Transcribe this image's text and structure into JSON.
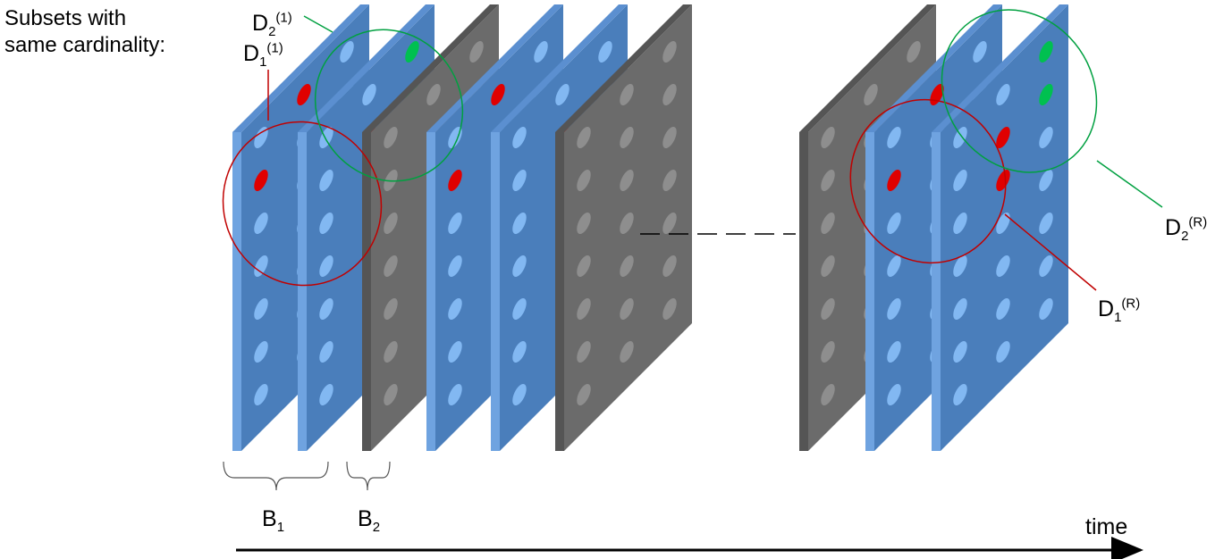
{
  "heading": {
    "line1": "Subsets with",
    "line2": "same cardinality:"
  },
  "frames": [
    {
      "kind": "signal",
      "highlight": [
        [
          0,
          1
        ],
        [
          1,
          0
        ]
      ]
    },
    {
      "kind": "signal",
      "highlight": [
        [
          1,
          1
        ],
        [
          2,
          1
        ]
      ]
    },
    {
      "kind": "noise",
      "highlight": []
    },
    {
      "kind": "signal",
      "highlight": [
        [
          0,
          1
        ],
        [
          1,
          0
        ]
      ]
    },
    {
      "kind": "signal",
      "highlight": [
        [
          1,
          1
        ],
        [
          2,
          1
        ]
      ]
    },
    {
      "kind": "noise",
      "highlight": []
    },
    {
      "kind": "noise",
      "highlight": []
    },
    {
      "kind": "signal",
      "highlight": [
        [
          0,
          1
        ],
        [
          1,
          0
        ]
      ]
    },
    {
      "kind": "signal",
      "highlight": [
        [
          1,
          1
        ],
        [
          2,
          1
        ]
      ]
    }
  ],
  "subset_labels": {
    "d2_1": {
      "base": "D",
      "sub": "2",
      "sup": "(1)"
    },
    "d1_1": {
      "base": "D",
      "sub": "1",
      "sup": "(1)"
    },
    "d2_r": {
      "base": "D",
      "sub": "2",
      "sup": "(R)"
    },
    "d1_r": {
      "base": "D",
      "sub": "1",
      "sup": "(R)"
    }
  },
  "blocks": {
    "b1": {
      "base": "B",
      "sub": "1"
    },
    "b2": {
      "base": "B",
      "sub": "2"
    }
  },
  "axis": {
    "label": "time"
  },
  "colors": {
    "signal_face": "#4a7ebb",
    "signal_edge": "#6fa3e0",
    "signal_top": "#5b8fd0",
    "noise_face": "#6b6b6b",
    "noise_edge": "#555555",
    "dot_signal": "#82b8f2",
    "dot_noise": "#8e8e8e",
    "dot_red": "#e00000",
    "dot_green": "#00c050",
    "ellipse_red": "#c00000",
    "ellipse_green": "#00a040"
  }
}
